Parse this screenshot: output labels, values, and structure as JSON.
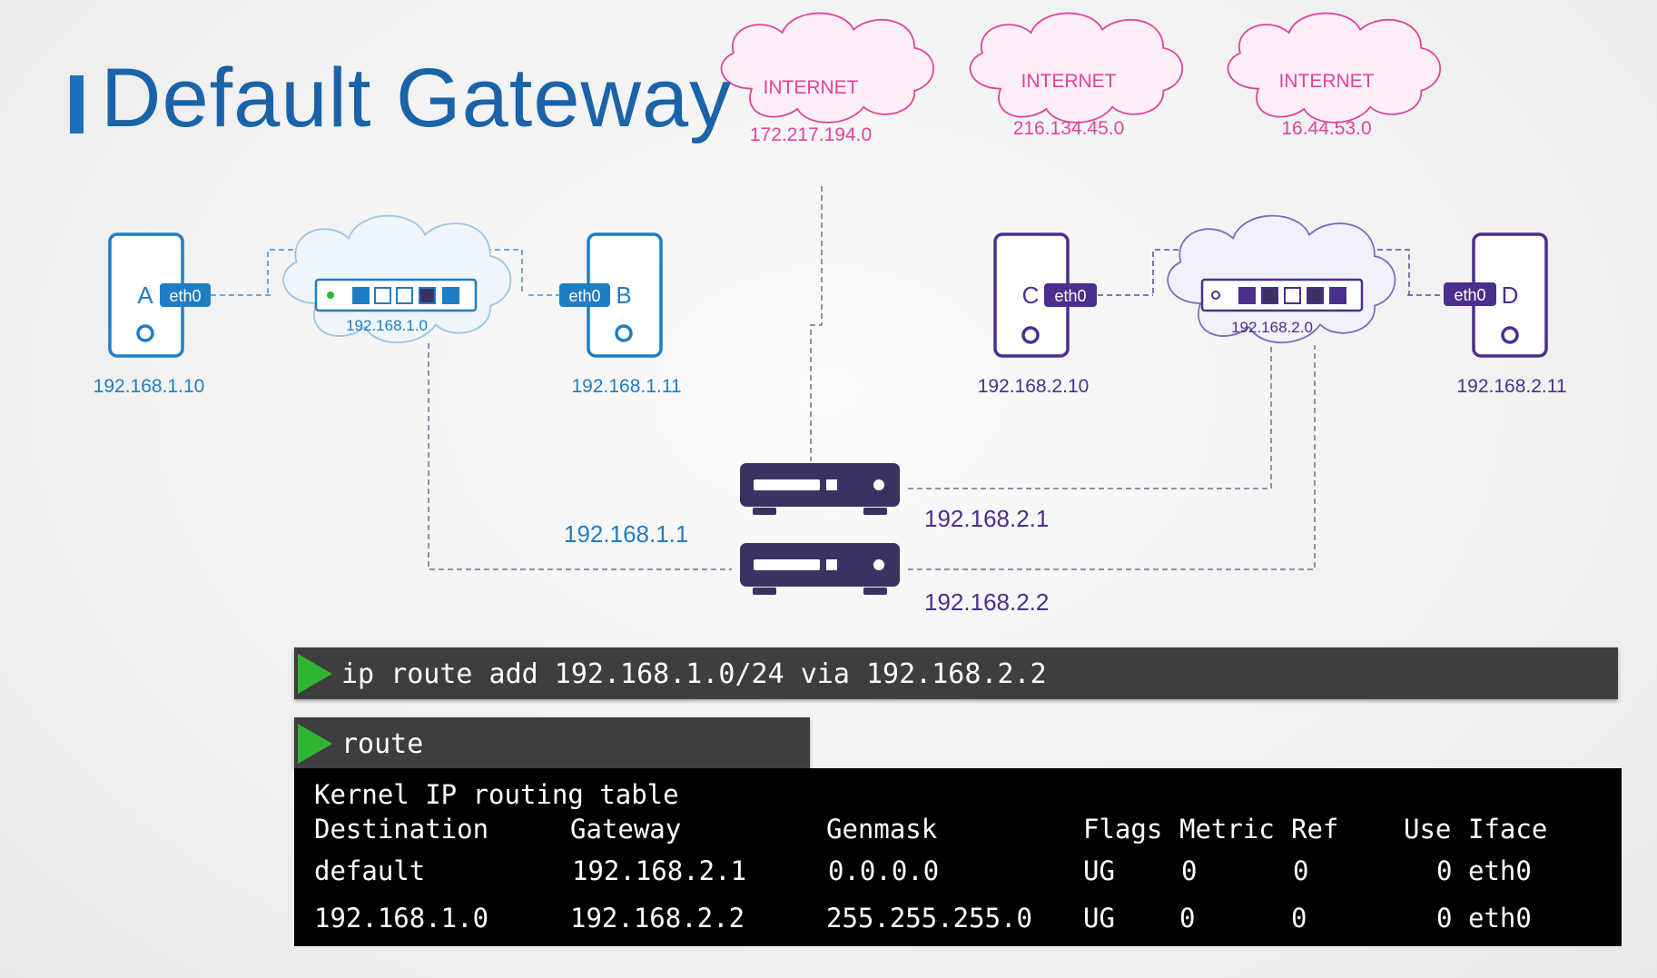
{
  "title": "Default Gateway",
  "colors": {
    "left_net": "#1f7dc4",
    "right_net": "#4a2f8c",
    "internet": "#e0449a",
    "router": "#3a3362",
    "prompt": "#2fb52f"
  },
  "internet_clouds": [
    {
      "label": "INTERNET",
      "network": "172.217.194.0"
    },
    {
      "label": "INTERNET",
      "network": "216.134.45.0"
    },
    {
      "label": "INTERNET",
      "network": "16.44.53.0"
    }
  ],
  "hosts": [
    {
      "name": "A",
      "iface": "eth0",
      "ip": "192.168.1.10"
    },
    {
      "name": "B",
      "iface": "eth0",
      "ip": "192.168.1.11"
    },
    {
      "name": "C",
      "iface": "eth0",
      "ip": "192.168.2.10"
    },
    {
      "name": "D",
      "iface": "eth0",
      "ip": "192.168.2.11"
    }
  ],
  "switches": [
    {
      "network": "192.168.1.0"
    },
    {
      "network": "192.168.2.0"
    }
  ],
  "routers": [
    {
      "left_ip": "192.168.1.1",
      "right_ip": "192.168.2.1"
    },
    {
      "right_ip": "192.168.2.2"
    }
  ],
  "commands": {
    "route_add": "ip route add 192.168.1.0/24 via 192.168.2.2",
    "route": "route"
  },
  "routing_table": {
    "title": "Kernel IP routing table",
    "headers": [
      "Destination",
      "Gateway",
      "Genmask",
      "Flags",
      "Metric",
      "Ref",
      "Use",
      "Iface"
    ],
    "rows": [
      [
        "default",
        "192.168.2.1",
        "0.0.0.0",
        "UG",
        "0",
        "0",
        "0",
        "eth0"
      ],
      [
        "192.168.1.0",
        "192.168.2.2",
        "255.255.255.0",
        "UG",
        "0",
        "0",
        "0",
        "eth0"
      ]
    ]
  }
}
